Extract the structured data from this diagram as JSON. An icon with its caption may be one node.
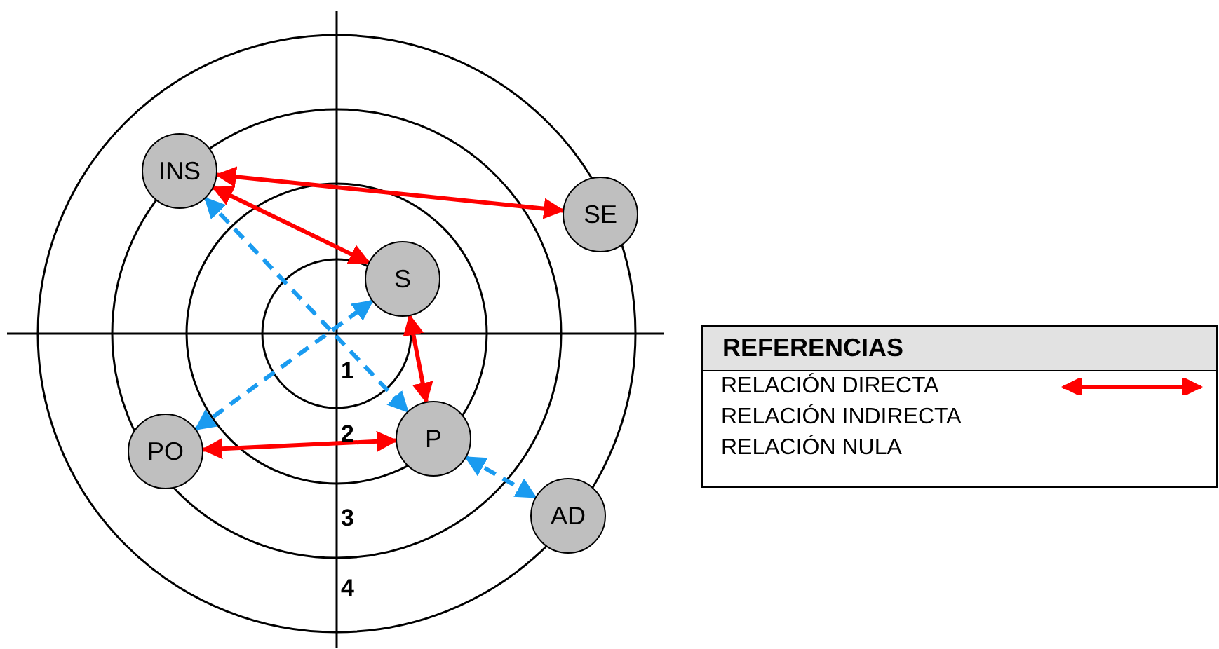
{
  "diagram": {
    "nodes": [
      {
        "text": [
          "INS"
        ]
      },
      {
        "text": [
          "SE"
        ]
      },
      {
        "text": [
          "S"
        ]
      },
      {
        "text": [
          "P"
        ]
      },
      {
        "text": [
          "PO"
        ]
      },
      {
        "text": [
          "AD"
        ]
      }
    ],
    "edges": [
      {
        "from": 0,
        "to": 1,
        "arrow": "both"
      },
      {
        "from": 0,
        "to": 2,
        "arrow": "both"
      },
      {
        "from": 2,
        "to": 3,
        "arrow": "both"
      },
      {
        "from": 4,
        "to": 3,
        "arrow": "both"
      },
      {
        "from": 0,
        "to": 3,
        "arrow": "both",
        "style": "dashed",
        "color": "#1a9bf0"
      },
      {
        "from": 4,
        "to": 2,
        "arrow": "both",
        "style": "dashed",
        "color": "#1a9bf0"
      },
      {
        "from": 3,
        "to": 5,
        "arrow": "both",
        "style": "dashed",
        "color": "#1a9bf0"
      }
    ],
    "labels": [
      "1",
      "2",
      "3",
      "4",
      "REFERENCIAS"
    ],
    "legend": [
      {
        "text": "RELACIÓN DIRECTA",
        "color": "#ff0000"
      },
      {
        "text": "RELACIÓN INDIRECTA"
      },
      {
        "text": "RELACIÓN NULA"
      }
    ]
  }
}
